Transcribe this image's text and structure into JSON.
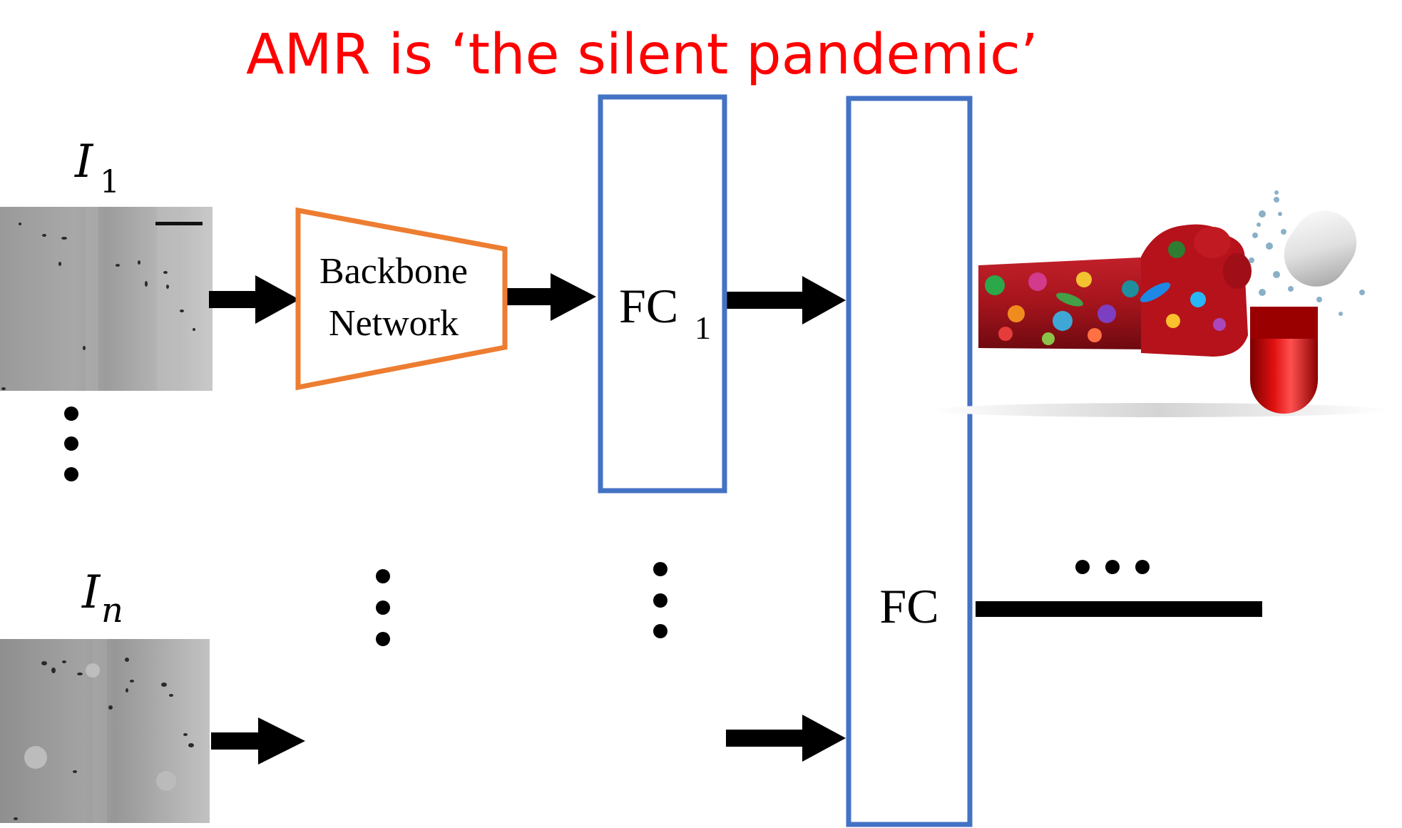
{
  "title": "AMR is ‘the silent pandemic’",
  "inputs": {
    "first": {
      "symbol": "I",
      "subscript": "1"
    },
    "last": {
      "symbol": "I",
      "subscript": "n"
    }
  },
  "backbone": {
    "line1": "Backbone",
    "line2": "Network"
  },
  "fc1": {
    "text": "FC",
    "subscript": "1"
  },
  "fc": {
    "text": "FC"
  },
  "colors": {
    "title": "#ff0000",
    "backbone_border": "#ed7d31",
    "fc_border": "#4472c4",
    "arrows": "#000000"
  },
  "icons": [
    "microscopy-image",
    "bacteria-fist-punching-antibiotic-capsule-image",
    "ellipsis-icon"
  ]
}
